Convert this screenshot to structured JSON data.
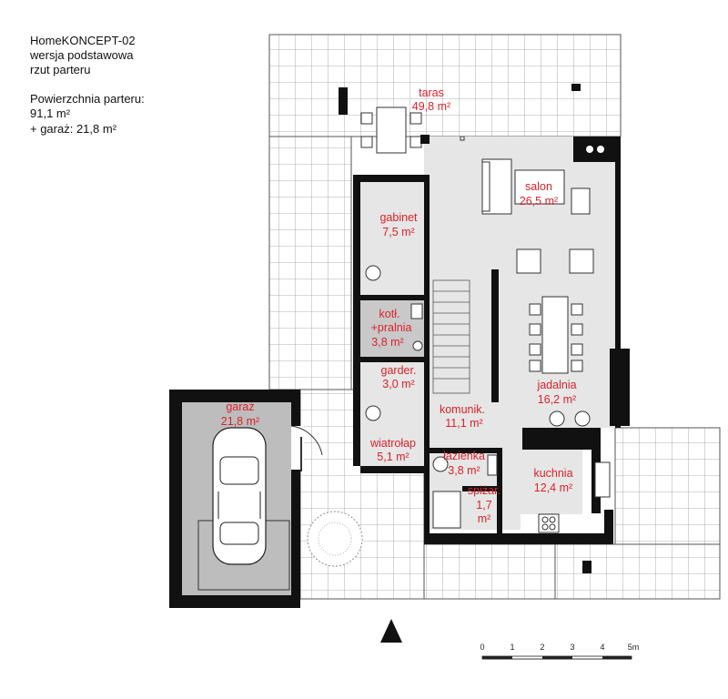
{
  "header": {
    "title": "HomeKONCEPT-02",
    "subtitle_line1": "wersja podstawowa",
    "subtitle_line2": "rzut parteru",
    "area_label": "Powierzchnia parteru:",
    "area_value": "91,1 m²",
    "garage_line": "+ garaż: 21,8 m²"
  },
  "rooms": {
    "taras": {
      "name": "taras",
      "area": "49,8 m²"
    },
    "salon": {
      "name": "salon",
      "area": "26,5 m²"
    },
    "gabinet": {
      "name": "gabinet",
      "area": "7,5 m²"
    },
    "kotl_line1": "kotł.",
    "kotl_line2": "+pralnia",
    "kotl_area": "3,8 m²",
    "garder": {
      "name": "garder.",
      "area": "3,0 m²"
    },
    "jadalnia": {
      "name": "jadalnia",
      "area": "16,2 m²"
    },
    "komunik": {
      "name": "komunik.",
      "area": "11,1 m²"
    },
    "garaz": {
      "name": "garaż",
      "area": "21,8 m²"
    },
    "wiatrolap": {
      "name": "wiatrołap",
      "area": "5,1 m²"
    },
    "lazienka": {
      "name": "łazienka",
      "area": "3,8 m²"
    },
    "kuchnia": {
      "name": "kuchnia",
      "area": "12,4 m²"
    },
    "spizar": {
      "name": "spiżar.",
      "area_line1": "1,7",
      "area_line2": "m²"
    }
  },
  "scale": {
    "ticks": [
      "0",
      "1",
      "2",
      "3",
      "4",
      "5m"
    ]
  },
  "colors": {
    "room_label": "#d9232b",
    "wall": "#111111",
    "floor": "#e6e6e6",
    "garage_floor": "#bdbdbd",
    "grid": "#9a9a9a"
  },
  "icons": [
    "north-arrow-icon"
  ]
}
